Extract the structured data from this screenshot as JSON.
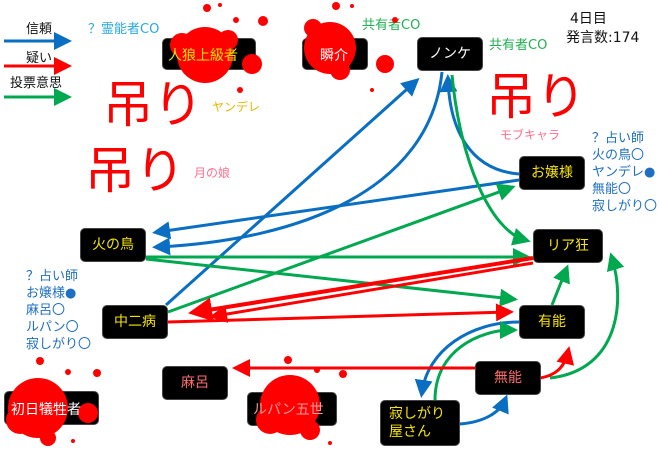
{
  "legend": {
    "trust": "信頼",
    "suspect": "疑い",
    "vote": "投票意思"
  },
  "colors": {
    "trust": "#0a6fc2",
    "suspect": "#ff0000",
    "vote": "#00a84f",
    "blood": "#ff0000"
  },
  "status": {
    "day": "4日目",
    "posts": "発言数:174"
  },
  "hang_label": "吊り",
  "faded": {
    "yandere": "ヤンデレ",
    "tsuki": "月の娘",
    "mob": "モブキャラ"
  },
  "co": {
    "medium": "？霊能者CO",
    "shared1": "共有者CO",
    "shared2": "共有者CO"
  },
  "nodes": {
    "jinrou": "人狼上級者",
    "shunsuke": "瞬介",
    "nonke": "ノンケ",
    "ojousama": "お嬢様",
    "hinotori": "火の鳥",
    "riakyou": "リア狂",
    "chuuni": "中二病",
    "yuunou": "有能",
    "maro": "麻呂",
    "munou": "無能",
    "shonichi": "初日犠牲者",
    "lupin": "ルパン五世",
    "sabishi": "寂しがり屋さん"
  },
  "seer_right": [
    "？占い師",
    "火の鳥〇",
    "ヤンデレ●",
    "無能〇",
    "寂しがり〇"
  ],
  "seer_left": [
    "？占い師",
    "お嬢様●",
    "麻呂〇",
    "ルパン〇",
    "寂しがり〇"
  ]
}
